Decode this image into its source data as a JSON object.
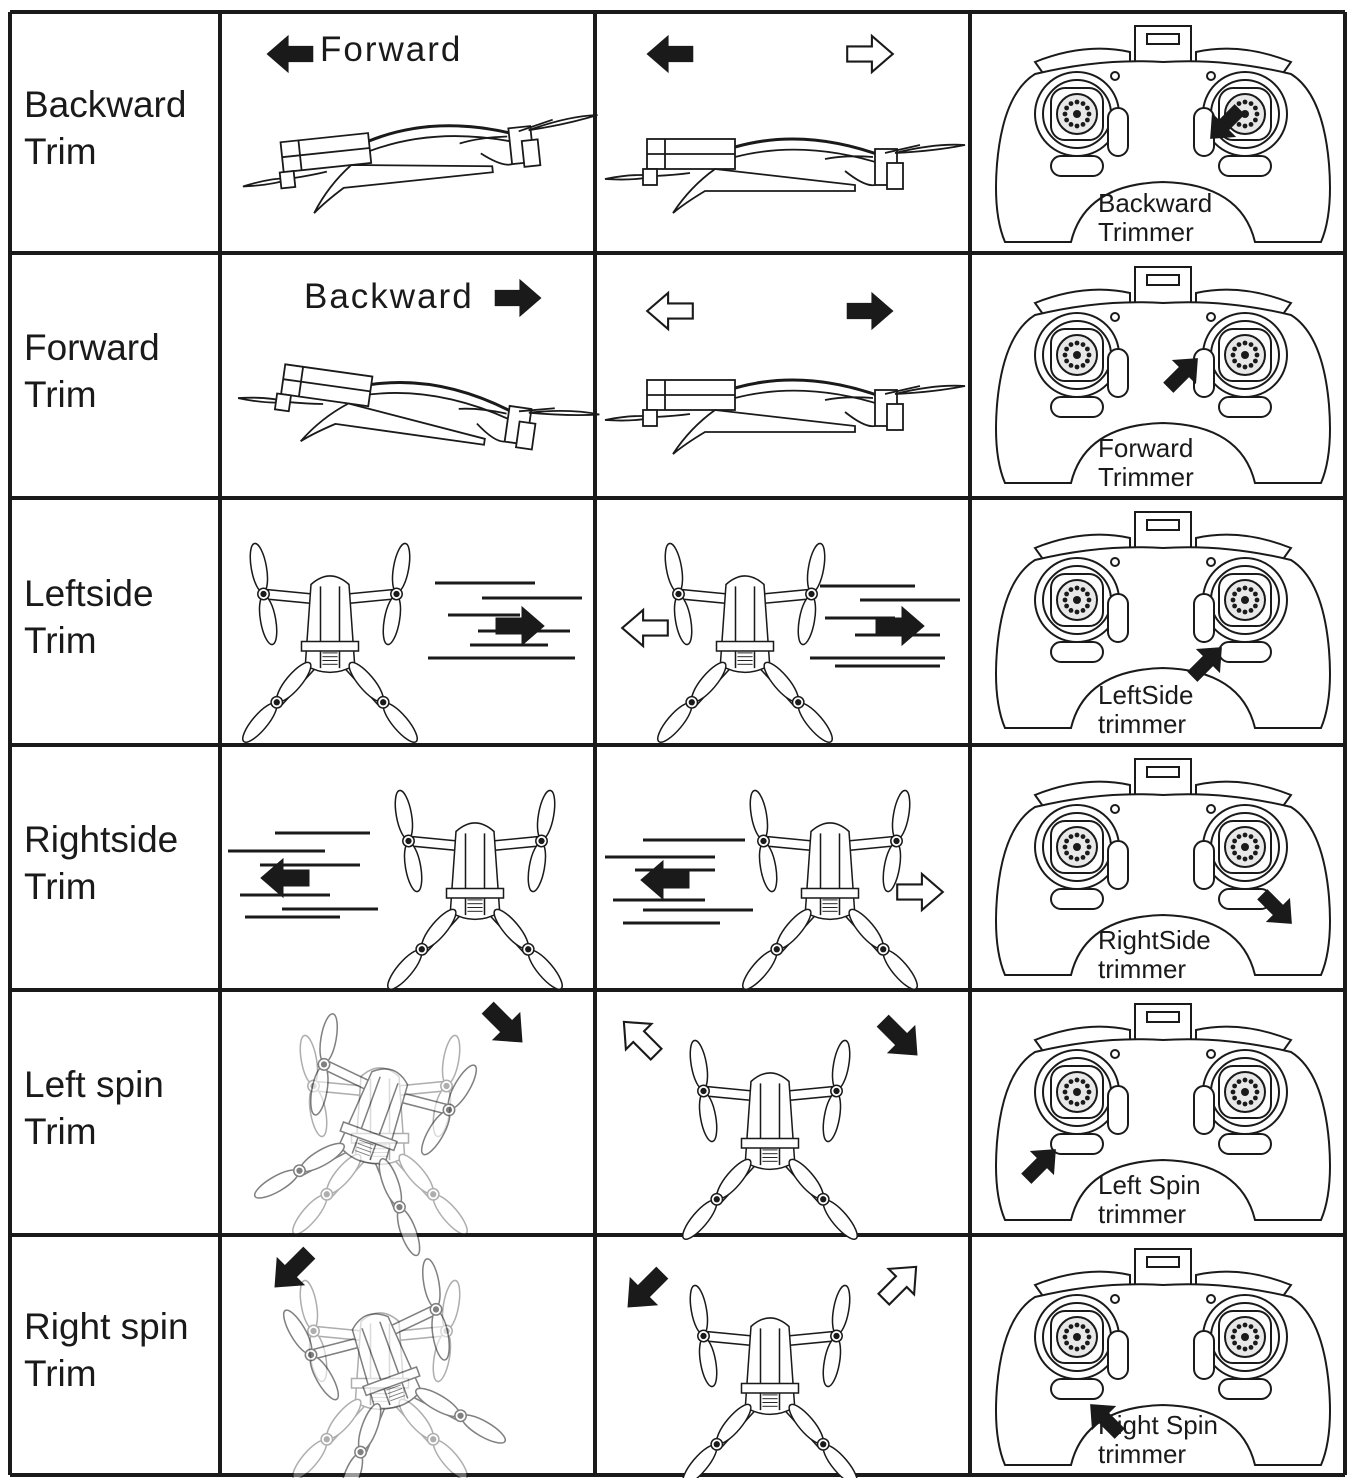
{
  "rows": [
    {
      "label_line1": "Backward",
      "label_line2": "Trim",
      "side_heading": "Forward",
      "view": "side",
      "heading_arrow": "left-filled-arrow-icon",
      "middle_arrows": [
        "left-filled-arrow-icon",
        "right-outline-arrow-icon"
      ],
      "trimmer_line1": "Backward",
      "trimmer_line2": "Trimmer",
      "pointer_target": "right-vertical-trim-button-bottom"
    },
    {
      "label_line1": "Forward",
      "label_line2": "Trim",
      "side_heading": "Backward",
      "view": "side",
      "heading_arrow": "right-filled-arrow-icon",
      "middle_arrows": [
        "left-outline-arrow-icon",
        "right-filled-arrow-icon"
      ],
      "trimmer_line1": "Forward",
      "trimmer_line2": "Trimmer",
      "pointer_target": "right-vertical-trim-button-top"
    },
    {
      "label_line1": "Leftside",
      "label_line2": "Trim",
      "view": "top",
      "drift_arrow": "right-filled-arrow-icon",
      "middle_arrows": [
        "left-outline-arrow-icon",
        "right-filled-arrow-icon"
      ],
      "trimmer_line1": "LeftSide",
      "trimmer_line2": "trimmer",
      "pointer_target": "right-horizontal-trim-button-left"
    },
    {
      "label_line1": "Rightside",
      "label_line2": "Trim",
      "view": "top",
      "drift_arrow": "left-filled-arrow-icon",
      "middle_arrows": [
        "left-filled-arrow-icon",
        "right-outline-arrow-icon"
      ],
      "trimmer_line1": "RightSide",
      "trimmer_line2": "trimmer",
      "pointer_target": "right-horizontal-trim-button-right"
    },
    {
      "label_line1": "Left spin",
      "label_line2": "Trim",
      "view": "top-spin",
      "drift_arrow": "down-right-filled-arrow-icon",
      "middle_arrows": [
        "up-left-outline-arrow-icon",
        "down-right-filled-arrow-icon"
      ],
      "trimmer_line1": "Left Spin",
      "trimmer_line2": "trimmer",
      "pointer_target": "left-horizontal-trim-button-right"
    },
    {
      "label_line1": "Right spin",
      "label_line2": "Trim",
      "view": "top-spin",
      "drift_arrow": "down-left-filled-arrow-icon",
      "middle_arrows": [
        "down-left-filled-arrow-icon",
        "up-right-outline-arrow-icon"
      ],
      "trimmer_line1": "Right Spin",
      "trimmer_line2": "trimmer",
      "pointer_target": "left-horizontal-trim-button-left"
    }
  ],
  "colors": {
    "ink": "#1a1a1a",
    "paper": "#ffffff",
    "pad": "#e8e8e8"
  }
}
